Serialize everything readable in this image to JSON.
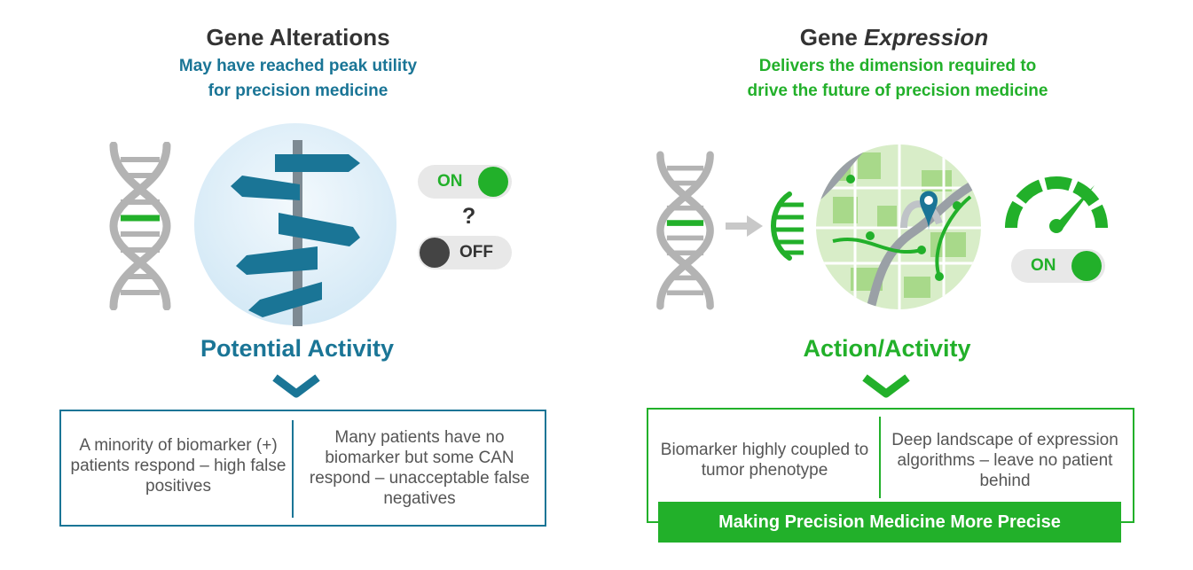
{
  "left": {
    "title": "Gene Alterations",
    "subtitle_line1": "May have reached peak utility",
    "subtitle_line2": "for precision medicine",
    "toggle_on_label": "ON",
    "question_mark": "?",
    "toggle_off_label": "OFF",
    "heading": "Potential Activity",
    "cell1": "A minority of biomarker (+) patients respond – high false positives",
    "cell2": "Many patients have no biomarker but some CAN respond – unacceptable false negatives"
  },
  "right": {
    "title_plain": "Gene ",
    "title_italic": "Expression",
    "subtitle_line1": "Delivers the dimension required to",
    "subtitle_line2": "drive the future of precision medicine",
    "toggle_on_label": "ON",
    "heading": "Action/Activity",
    "cell1": "Biomarker highly coupled to tumor phenotype",
    "cell2": "Deep landscape of expression algorithms – leave no patient behind",
    "banner": "Making Precision Medicine More Precise"
  },
  "colors": {
    "blue": "#1a7596",
    "green": "#22b02a",
    "gray": "#b3b3b3",
    "dark": "#333333"
  }
}
